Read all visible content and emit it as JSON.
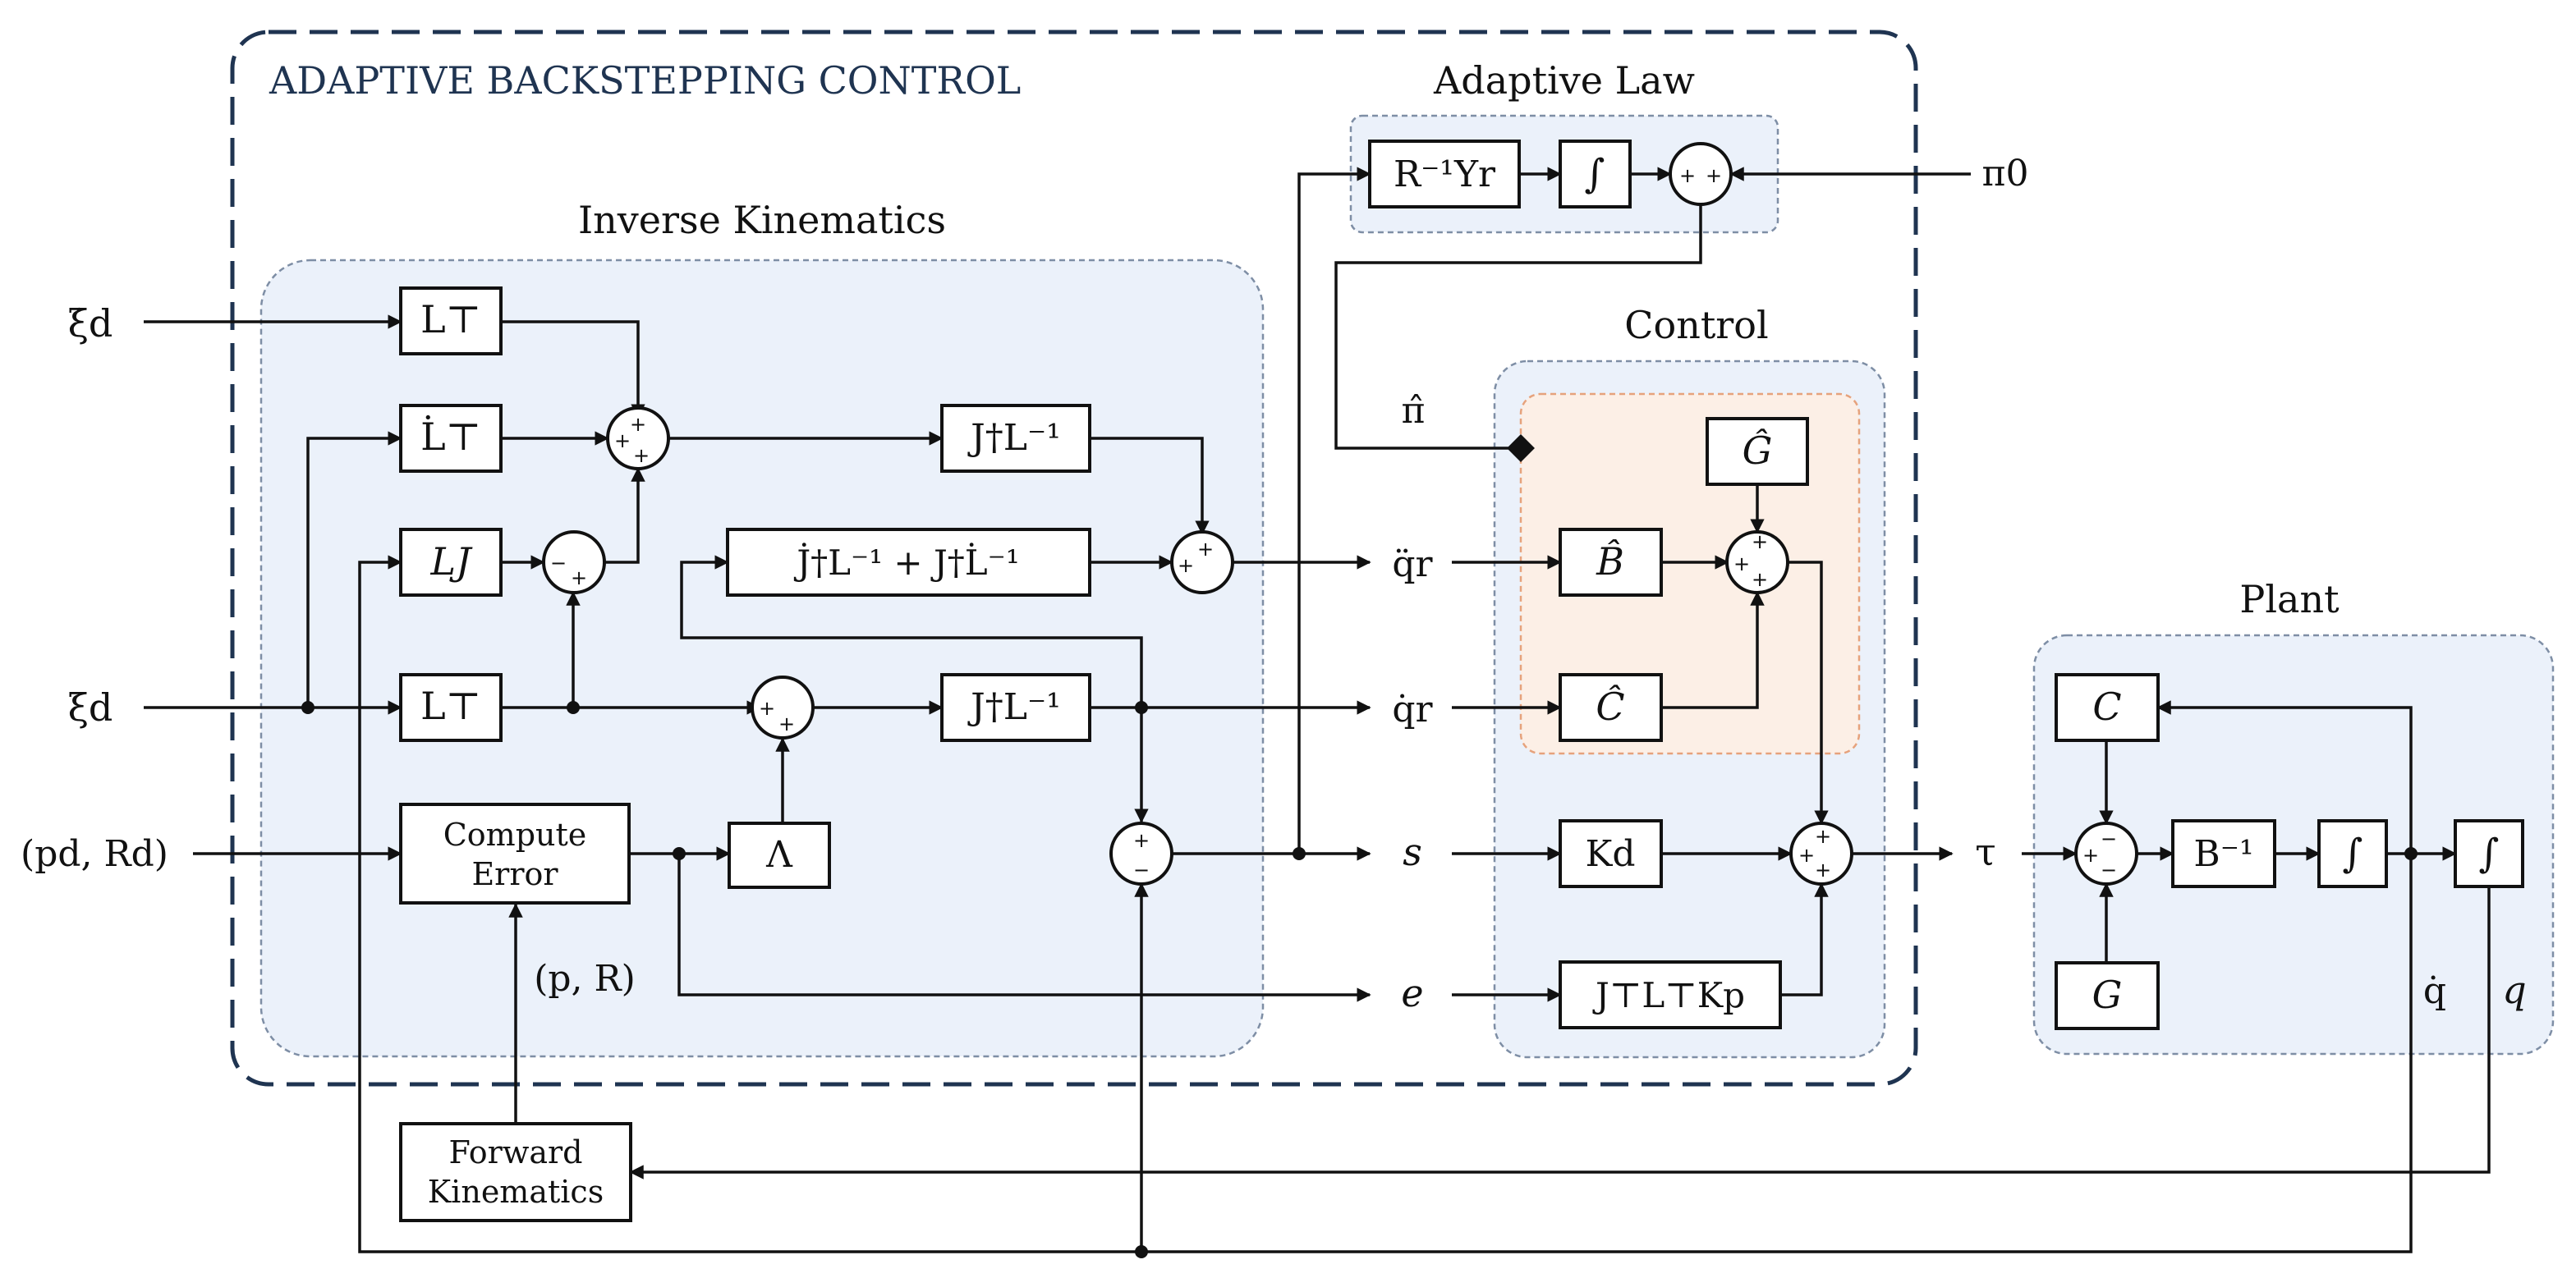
{
  "title": "ADAPTIVE BACKSTEPPING CONTROL",
  "groups": {
    "inverse_kinematics": "Inverse Kinematics",
    "adaptive_law": "Adaptive Law",
    "control": "Control",
    "plant": "Plant"
  },
  "blocks": {
    "lt_top": "L⊤",
    "ldot_t": "L̇⊤",
    "lj": "LJ",
    "lt_mid": "L⊤",
    "jdag_linv_top": "J†L⁻¹",
    "jdag_combo": "J̇†L⁻¹ + J†L̇⁻¹",
    "jdag_linv_mid": "J†L⁻¹",
    "compute_error_1": "Compute",
    "compute_error_2": "Error",
    "lambda": "Λ",
    "forward_kin_1": "Forward",
    "forward_kin_2": "Kinematics",
    "r_inv_y": "R⁻¹Yr",
    "integ_adapt": "∫",
    "g_hat": "Ĝ",
    "b_hat": "B̂",
    "c_hat": "Ĉ",
    "kd": "Kd",
    "jt_lt_kp": "J⊤L⊤Kp",
    "c_plant": "C",
    "g_plant": "G",
    "b_inv": "B⁻¹",
    "integ_1": "∫",
    "integ_2": "∫"
  },
  "signals": {
    "xi_dot_d": "ξ̇d",
    "xi_d": "ξd",
    "p_r_d": "(pd, Rd)",
    "p_r": "(p, R)",
    "pi0": "π0",
    "pi_hat": "π̂",
    "q_ddot_r": "q̈r",
    "q_dot_r": "q̇r",
    "s": "s",
    "e": "e",
    "tau": "τ",
    "q_dot": "q̇",
    "q": "q"
  },
  "signs": {
    "plus": "+",
    "minus": "−"
  },
  "colors": {
    "group_fill": "#ebf1fa",
    "group_border": "#7e8ea5",
    "control_inner_fill": "#fcefe6",
    "control_inner_border": "#e6a27c",
    "outer_border": "#1f3451"
  }
}
